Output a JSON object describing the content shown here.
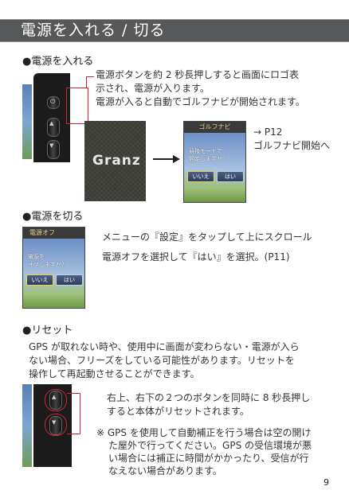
{
  "header": {
    "title": "電源を入れる / 切る"
  },
  "power_on": {
    "heading": "●電源を入れる",
    "lines": [
      "電源ボタンを約 2 秒長押しすると画面にロゴ表",
      "示され、電源が入ります。",
      "電源が入ると自動でゴルフナビが開始されます。"
    ],
    "logo_screen_text": "Granz",
    "navi_screen": {
      "title": "ゴルフナビ",
      "message_lines": [
        "競技モードで",
        "開始しますか？"
      ],
      "no_button": "いいえ",
      "yes_button": "はい"
    },
    "ref_lines": [
      "→ P12",
      "ゴルフナビ開始へ"
    ]
  },
  "power_off": {
    "heading": "●電源を切る",
    "screen": {
      "title": "電源オフ",
      "message_lines": [
        "電源を",
        "オフしますか？"
      ],
      "no_button": "いいえ",
      "yes_button": "はい"
    },
    "lines": [
      "メニューの『設定』をタップして上にスクロール",
      "電源オフを選択して『はい』を選択。(P11)"
    ]
  },
  "reset": {
    "heading": "●リセット",
    "paragraph_lines": [
      "GPS が取れない時や、使用中に画面が変わらない・電源が入ら",
      "ない場合、フリーズをしている可能性があります。リセットを",
      "操作して再起動させることができます。"
    ],
    "instruction_lines": [
      "右上、右下の２つのボタンを同時に 8 秒長押し",
      "すると本体がリセットされます。"
    ],
    "note_lines": [
      "※ GPS を使用して自動補正を行う場合は空の開け",
      "た屋外で行ってください。GPS の受信環境が悪",
      "い場合には補正に時間がかかったり、受信が行",
      "なえない場合があります。"
    ]
  },
  "page_number": "9",
  "colors": {
    "header_bg": "#57585a",
    "callout_red": "#d0233b"
  }
}
